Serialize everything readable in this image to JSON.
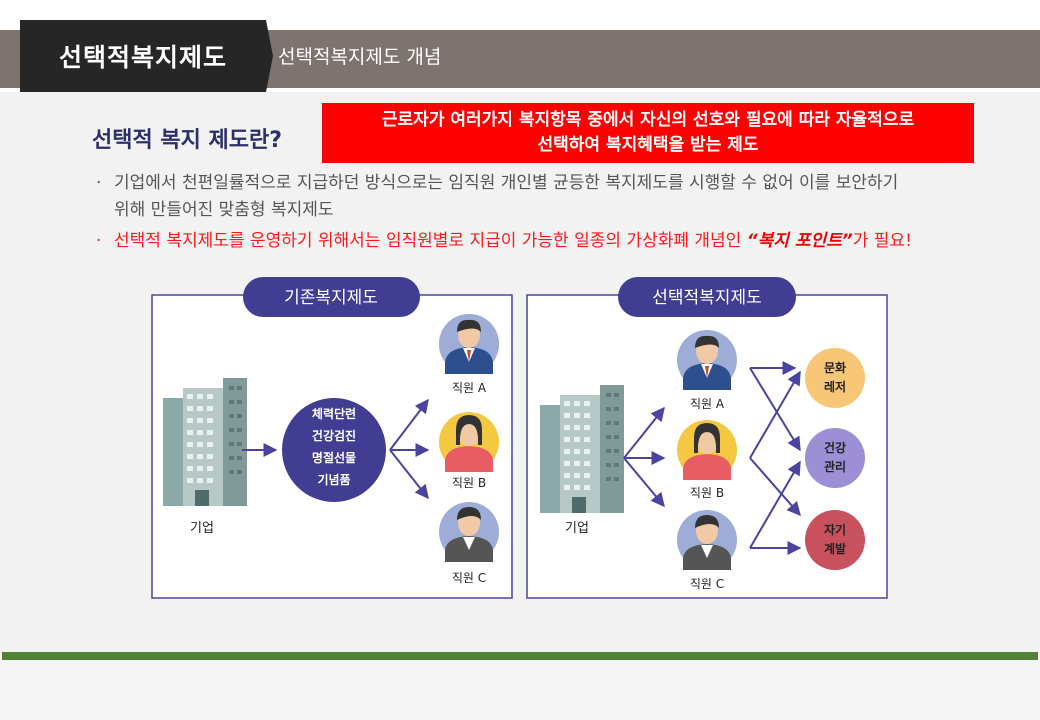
{
  "header": {
    "section_title": "선택적복지제도",
    "subtitle": "선택적복지제도 개념"
  },
  "main": {
    "heading": "선택적 복지 제도란?",
    "definition_line1": "근로자가 여러가지 복지항목 중에서 자신의 선호와 필요에 따라 자율적으로",
    "definition_line2": "선택하여 복지혜택을 받는 제도",
    "bullet_mark": "·",
    "bullet1_line1": "기업에서 천편일률적으로 지급하던 방식으로는 임직원 개인별 균등한 복지제도를 시행할 수 없어 이를 보안하기",
    "bullet1_line2": "위해 만들어진 맞춤형 복지제도",
    "bullet2_before": "선택적 복지제도를 운영하기 위해서는 임직원별로 지급이 가능한 일종의 가상화폐 개념인 ",
    "bullet2_emph": "“복지 포인트”",
    "bullet2_after": "가 필요!"
  },
  "diagram": {
    "left_panel": {
      "title": "기존복지제도",
      "company_label": "기업",
      "benefits": [
        "체력단련",
        "건강검진",
        "명절선물",
        "기념품"
      ],
      "employees": [
        "직원 A",
        "직원 B",
        "직원 C"
      ]
    },
    "right_panel": {
      "title": "선택적복지제도",
      "company_label": "기업",
      "employees": [
        "직원 A",
        "직원 B",
        "직원 C"
      ],
      "options": [
        {
          "line1": "문화",
          "line2": "레저",
          "color": "#f7c676"
        },
        {
          "line1": "건강",
          "line2": "관리",
          "color": "#9c8fd6"
        },
        {
          "line1": "자기",
          "line2": "계발",
          "color": "#c9515d"
        }
      ]
    }
  },
  "colors": {
    "topbar": "#7d7470",
    "tab": "#262626",
    "navy": "#3f3a8f",
    "red": "#ff0000",
    "green_line": "#548235"
  }
}
